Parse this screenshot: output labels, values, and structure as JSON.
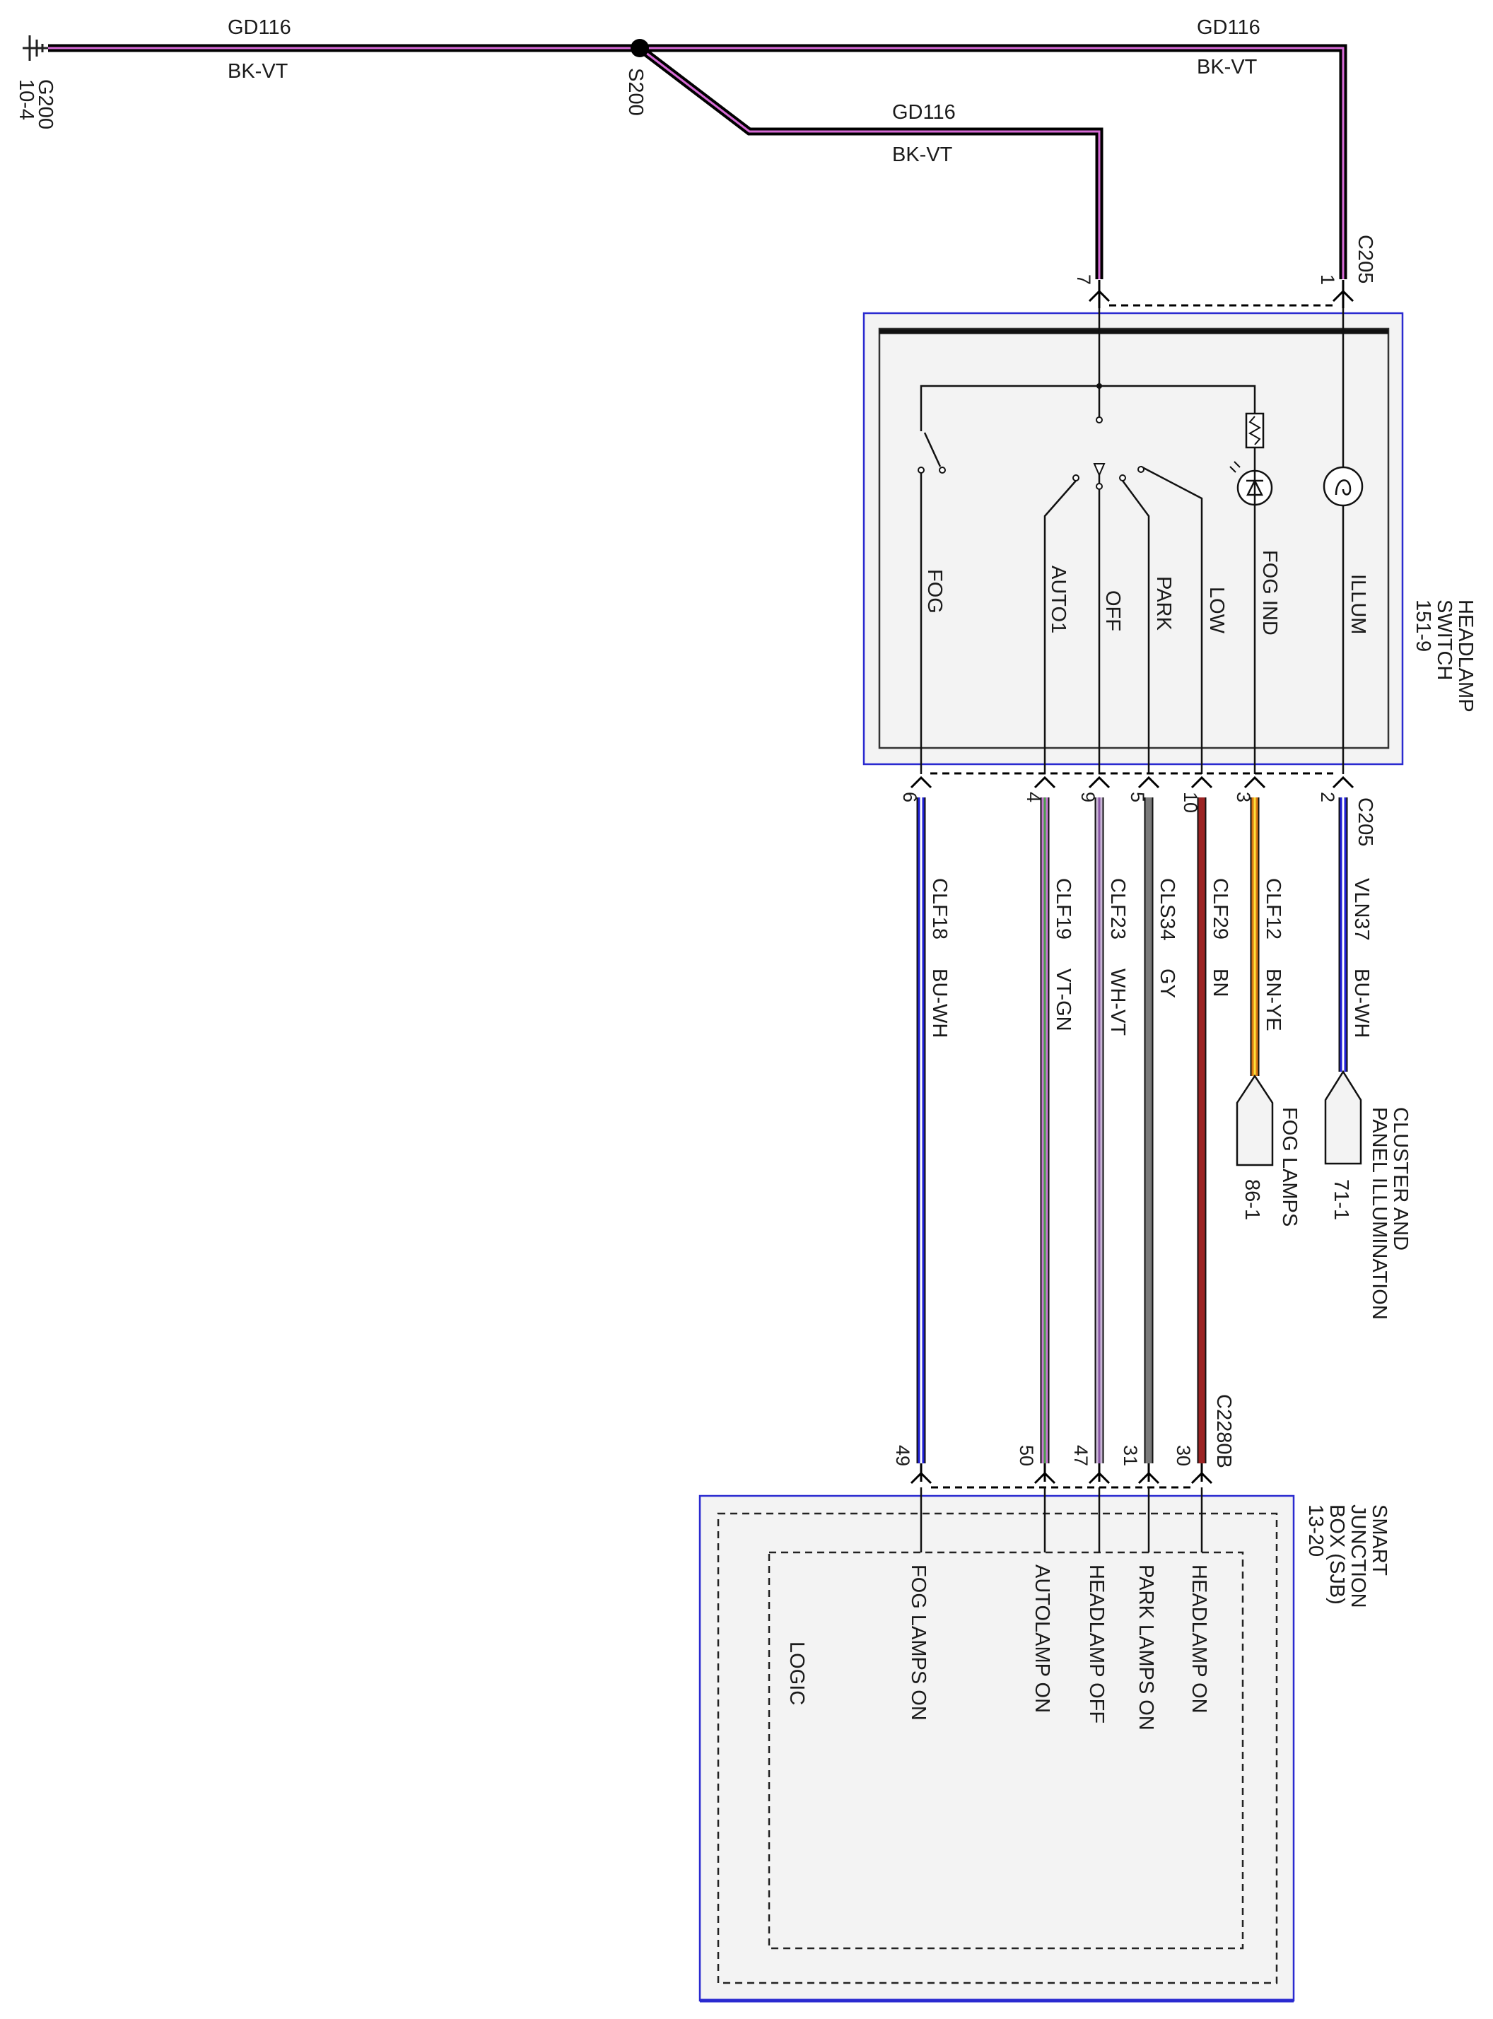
{
  "ground": {
    "id": "G200",
    "page": "10-4"
  },
  "splice": {
    "id": "S200"
  },
  "top_wires": [
    {
      "circuit": "GD116",
      "color_code": "BK-VT"
    },
    {
      "circuit": "GD116",
      "color_code": "BK-VT"
    },
    {
      "circuit": "GD116",
      "color_code": "BK-VT"
    }
  ],
  "headlamp_switch": {
    "name_lines": [
      "HEADLAMP",
      "SWITCH",
      "151-9"
    ],
    "top_connector": "C205",
    "top_pins": [
      "7",
      "1"
    ],
    "bottom_connector": "C205",
    "functions": [
      "FOG",
      "AUTO1",
      "OFF",
      "PARK",
      "LOW",
      "FOG IND",
      "ILLUM"
    ],
    "bottom_pins": [
      "6",
      "4",
      "9",
      "5",
      "10",
      "3",
      "2"
    ]
  },
  "wires": [
    {
      "circuit": "CLF18",
      "color_code": "BU-WH",
      "color": "#1f1fd6"
    },
    {
      "circuit": "CLF19",
      "color_code": "VT-GN",
      "color": "#c77bd0"
    },
    {
      "circuit": "CLF23",
      "color_code": "WH-VT",
      "color": "#c9b7d6"
    },
    {
      "circuit": "CLS34",
      "color_code": "GY",
      "color": "#7a7a7a"
    },
    {
      "circuit": "CLF29",
      "color_code": "BN",
      "color": "#9b2323"
    },
    {
      "circuit": "CLF12",
      "color_code": "BN-YE",
      "color": "#d87a14"
    },
    {
      "circuit": "VLN37",
      "color_code": "BU-WH",
      "color": "#1f1fd6"
    }
  ],
  "references": [
    {
      "lines": [
        "FOG LAMPS"
      ],
      "page": "86-1"
    },
    {
      "lines": [
        "CLUSTER AND",
        "PANEL ILLUMINATION"
      ],
      "page": "71-1"
    }
  ],
  "sjb": {
    "name_lines": [
      "SMART",
      "JUNCTION",
      "BOX (SJB)",
      "13-20"
    ],
    "connector": "C2280B",
    "pins": [
      "49",
      "50",
      "47",
      "31",
      "30"
    ],
    "signals": [
      "FOG LAMPS ON",
      "AUTOLAMP ON",
      "HEADLAMP OFF",
      "PARK LAMPS ON",
      "HEADLAMP ON"
    ],
    "logic_label": "LOGIC"
  },
  "colors": {
    "ground_wire": "#000000",
    "ground_stripe": "#d76ad6",
    "component_border": "#2a2ad0",
    "component_fill": "#f3f3f3"
  }
}
